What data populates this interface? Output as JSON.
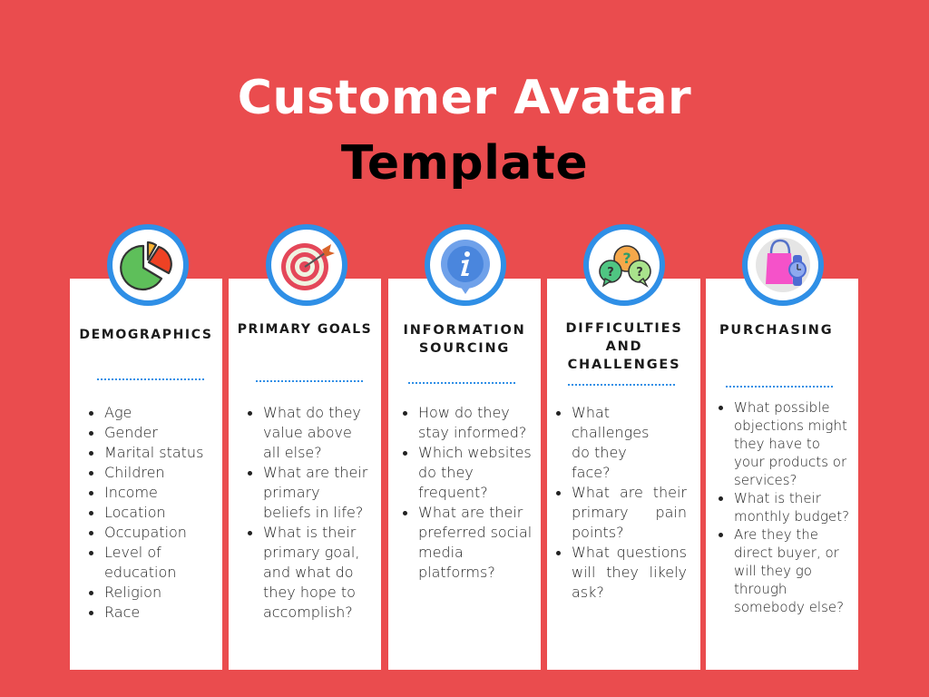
{
  "title": {
    "line1": "Customer Avatar",
    "line2": "Template"
  },
  "colors": {
    "background": "#ea4c4e",
    "card": "#ffffff",
    "accent": "#2f8fe6"
  },
  "cards": [
    {
      "icon": "pie-chart-icon",
      "heading": "DEMOGRAPHICS",
      "items": [
        "Age",
        "Gender",
        "Marital status",
        "Children",
        "Income",
        "Location",
        "Occupation",
        "Level of education",
        "Religion",
        "Race"
      ]
    },
    {
      "icon": "target-icon",
      "heading": "PRIMARY GOALS",
      "items": [
        "What do they value above all else?",
        "What are their primary beliefs in life?",
        "What is their primary goal, and what do they hope to accomplish?"
      ]
    },
    {
      "icon": "info-icon",
      "heading": "INFORMATION SOURCING",
      "items": [
        "How do they stay informed?",
        "Which websites do they frequent?",
        "What are their preferred social media platforms?"
      ]
    },
    {
      "icon": "question-bubbles-icon",
      "heading": "DIFFICULTIES AND CHALLENGES",
      "items": [
        "What challenges do they face?",
        "What are their primary pain points?",
        "What questions will they likely ask?"
      ]
    },
    {
      "icon": "shopping-bag-watch-icon",
      "heading": "PURCHASING",
      "items": [
        "What possible objections might they have to your products or services?",
        "What is their monthly budget?",
        "Are they the direct buyer, or will they go through somebody else?"
      ]
    }
  ]
}
